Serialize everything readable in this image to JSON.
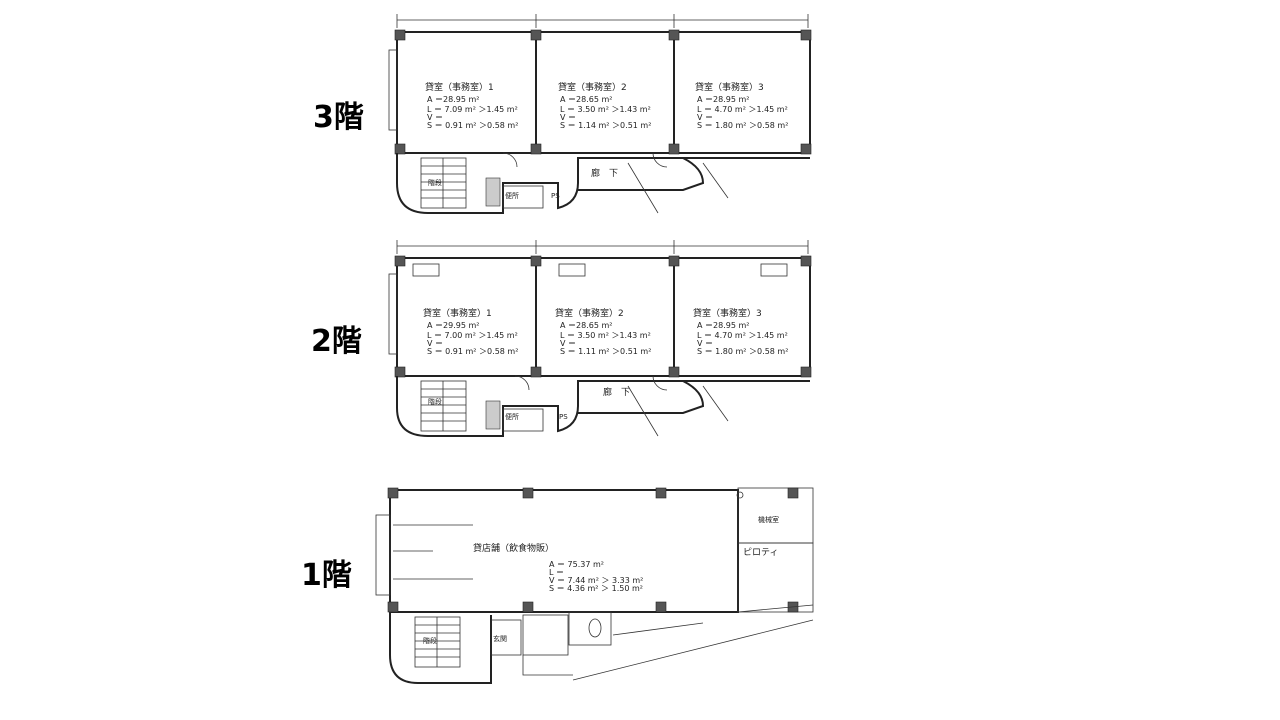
{
  "floors": {
    "f3": {
      "label": "3階",
      "rooms": [
        {
          "name": "貸室（事務室）1",
          "a": "A ＝28.95 m²",
          "l": "L ＝ 7.09 m² ＞1.45 m²",
          "v": "V ＝",
          "s": "S ＝ 0.91 m² ＞0.58 m²"
        },
        {
          "name": "貸室（事務室）2",
          "a": "A ＝28.65 m²",
          "l": "L ＝ 3.50 m² ＞1.43 m²",
          "v": "V ＝",
          "s": "S ＝ 1.14 m² ＞0.51 m²"
        },
        {
          "name": "貸室（事務室）3",
          "a": "A ＝28.95 m²",
          "l": "L ＝ 4.70 m² ＞1.45 m²",
          "v": "V ＝",
          "s": "S ＝ 1.80 m² ＞0.58 m²"
        }
      ],
      "corridor": "廊　下",
      "stairs": "階段",
      "wc": "便所",
      "ps": "PS"
    },
    "f2": {
      "label": "2階",
      "rooms": [
        {
          "name": "貸室（事務室）1",
          "a": "A ＝29.95 m²",
          "l": "L ＝ 7.00 m² ＞1.45 m²",
          "v": "V ＝",
          "s": "S ＝ 0.91 m² ＞0.58 m²"
        },
        {
          "name": "貸室（事務室）2",
          "a": "A ＝28.65 m²",
          "l": "L ＝ 3.50 m² ＞1.43 m²",
          "v": "V ＝",
          "s": "S ＝ 1.11 m² ＞0.51 m²"
        },
        {
          "name": "貸室（事務室）3",
          "a": "A ＝28.95 m²",
          "l": "L ＝ 4.70 m² ＞1.45 m²",
          "v": "V ＝",
          "s": "S ＝ 1.80 m² ＞0.58 m²"
        }
      ],
      "corridor": "廊　下",
      "stairs": "階段",
      "wc": "便所",
      "ps": "PS"
    },
    "f1": {
      "label": "1階",
      "room": {
        "name": "貸店舗（飲食物販）",
        "a": "A ＝ 75.37 m²",
        "l": "L ＝",
        "v": "V ＝ 7.44 m² ＞ 3.33 m²",
        "s": "S ＝ 4.36 m² ＞ 1.50 m²"
      },
      "side_room": "機械室",
      "piloti": "ピロティ",
      "stairs": "階段",
      "entrance": "玄関"
    }
  }
}
